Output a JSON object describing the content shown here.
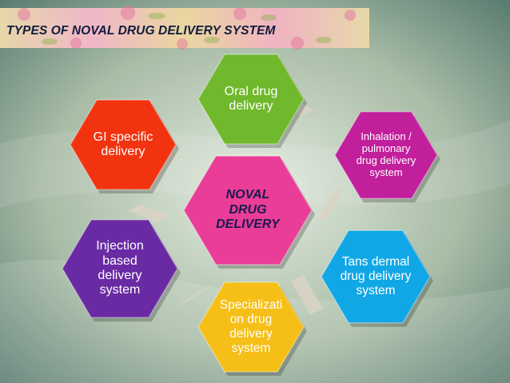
{
  "title": "TYPES OF NOVAL DRUG DELIVERY SYSTEM",
  "center": {
    "label": "NOVAL\nDRUG\nDELIVERY",
    "color": "#e93d98"
  },
  "nodes": [
    {
      "id": "oral",
      "label": "Oral drug\ndelivery",
      "color": "#70b82c"
    },
    {
      "id": "inhalation",
      "label": "Inhalation /\npulmonary\ndrug delivery\nsystem",
      "color": "#c21f9c"
    },
    {
      "id": "transdermal",
      "label": "Tans dermal\ndrug delivery\nsystem",
      "color": "#11a7e6"
    },
    {
      "id": "specialized",
      "label": "Specializati\non drug\ndelivery\nsystem",
      "color": "#f5bf17"
    },
    {
      "id": "injection",
      "label": "Injection\nbased\ndelivery\nsystem",
      "color": "#6a2aa4"
    },
    {
      "id": "gi",
      "label": "GI specific\ndelivery",
      "color": "#f2330f"
    }
  ],
  "colors": {
    "title_text": "#0f1c3d",
    "background_top": "#b9c7b6",
    "background_bottom": "#4d7168"
  }
}
